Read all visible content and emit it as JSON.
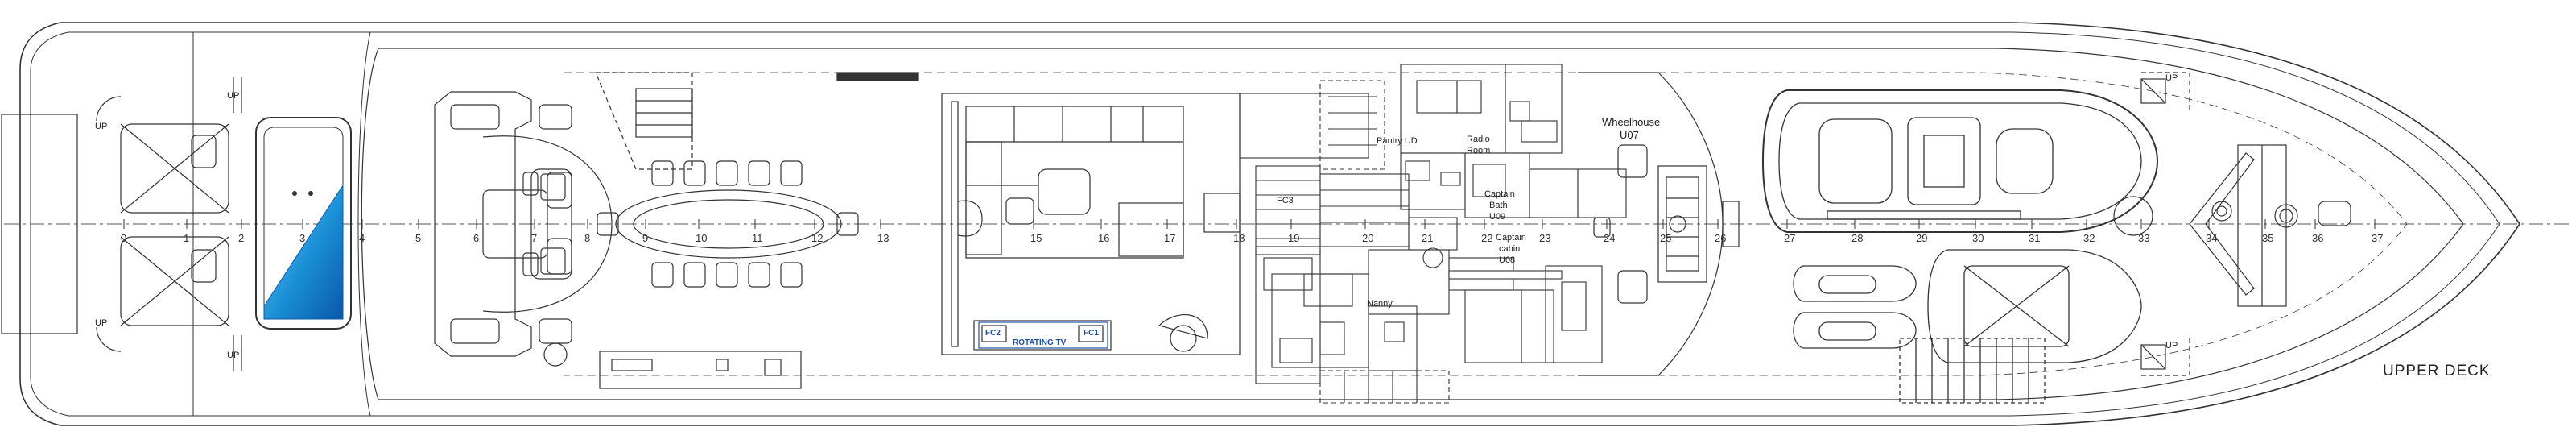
{
  "deck_title": "UPPER DECK",
  "rooms": {
    "wheelhouse": "Wheelhouse",
    "wheelhouse_code": "U07",
    "pantry": "Pantry UD",
    "radio": "Radio",
    "radio_2": "Room",
    "captain_bath": "Captain",
    "captain_bath_2": "Bath",
    "captain_bath_code": "U09",
    "captain_cabin": "Captain",
    "captain_cabin_2": "cabin",
    "captain_cabin_code": "U08",
    "nanny": "Nanny"
  },
  "equipment": {
    "rotating_tv": "ROTATING TV",
    "fc2": "FC2",
    "fc1": "FC1",
    "fc3": "FC3"
  },
  "up_labels": [
    "UP",
    "UP",
    "UP",
    "UP",
    "UP",
    "UP"
  ],
  "frames": [
    "0",
    "1",
    "2",
    "3",
    "4",
    "5",
    "6",
    "7",
    "8",
    "9",
    "10",
    "11",
    "12",
    "13",
    "15",
    "16",
    "17",
    "18",
    "19",
    "20",
    "21",
    "22",
    "23",
    "24",
    "25",
    "26",
    "27",
    "28",
    "29",
    "30",
    "31",
    "32",
    "33",
    "34",
    "35",
    "36",
    "37"
  ],
  "colors": {
    "line": "#333333",
    "pool_water": "#1a8fd6",
    "pool_light": "#7fd0f2",
    "tv_blue": "#1f4fa3",
    "background": "#ffffff"
  }
}
